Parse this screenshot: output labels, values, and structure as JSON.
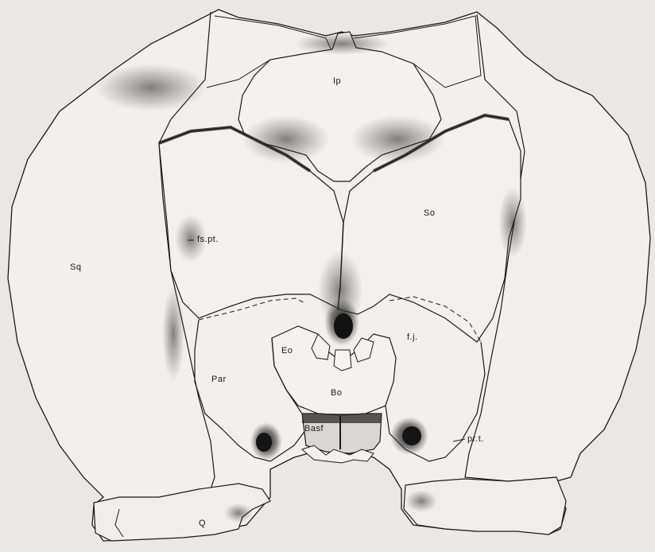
{
  "labels": {
    "ip": "Ip",
    "so": "So",
    "fs_pt": "fs.pt.",
    "sq": "Sq",
    "eo": "Eo",
    "fj": "f.j.",
    "par": "Par",
    "bo": "Bo",
    "basf": "Basf",
    "pr_t": "pr.t.",
    "q": "Q"
  },
  "colors": {
    "paper": "#e9e8e6",
    "bone": "#f1f0ee",
    "ink": "#1b1b1b",
    "shade": "#2a2a2a"
  }
}
